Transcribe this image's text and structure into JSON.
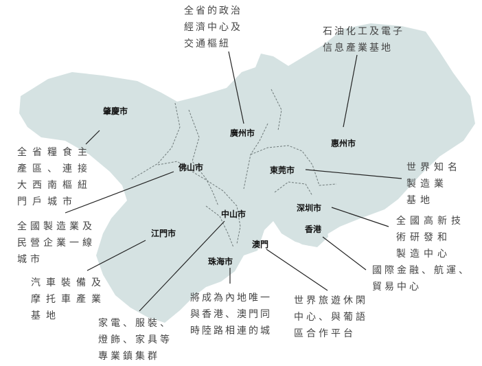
{
  "map": {
    "land_color": "#d5e2e2",
    "border_color": "#6f7a7a",
    "leader_color": "#222222"
  },
  "cities": {
    "zhaoqing": "肇慶市",
    "guangzhou": "廣州市",
    "huizhou": "惠州市",
    "foshan": "佛山市",
    "dongguan": "東莞市",
    "zhongshan": "中山市",
    "shenzhen": "深圳市",
    "jiangmen": "江門市",
    "hongkong": "香港",
    "macau": "澳門",
    "zhuhai": "珠海市"
  },
  "notes": {
    "guangzhou": "全省的政治\n經濟中心及\n交通樞紐",
    "huizhou": "石油化工及電子\n信息產業基地",
    "zhaoqing": "全省糧食主\n產區、連接\n大西南樞紐\n門戶城市",
    "foshan": "全國製造業及\n民營企業一線\n城市",
    "jiangmen": "汽車裝備及\n摩托車產業\n基地",
    "zhongshan": "家電、服裝、\n燈飾、家具等\n專業鎮集群",
    "zhuhai": "將成為內地唯一\n與香港、澳門同\n時陸路相連的城",
    "macau": "世界旅遊休閑\n中心、與葡語\n區合作平台",
    "hongkong": "國際金融、航運、\n貿易中心",
    "shenzhen": "全國高新技\n術研發和\n製造中心",
    "dongguan": "世界知名\n製造業\n基地"
  }
}
